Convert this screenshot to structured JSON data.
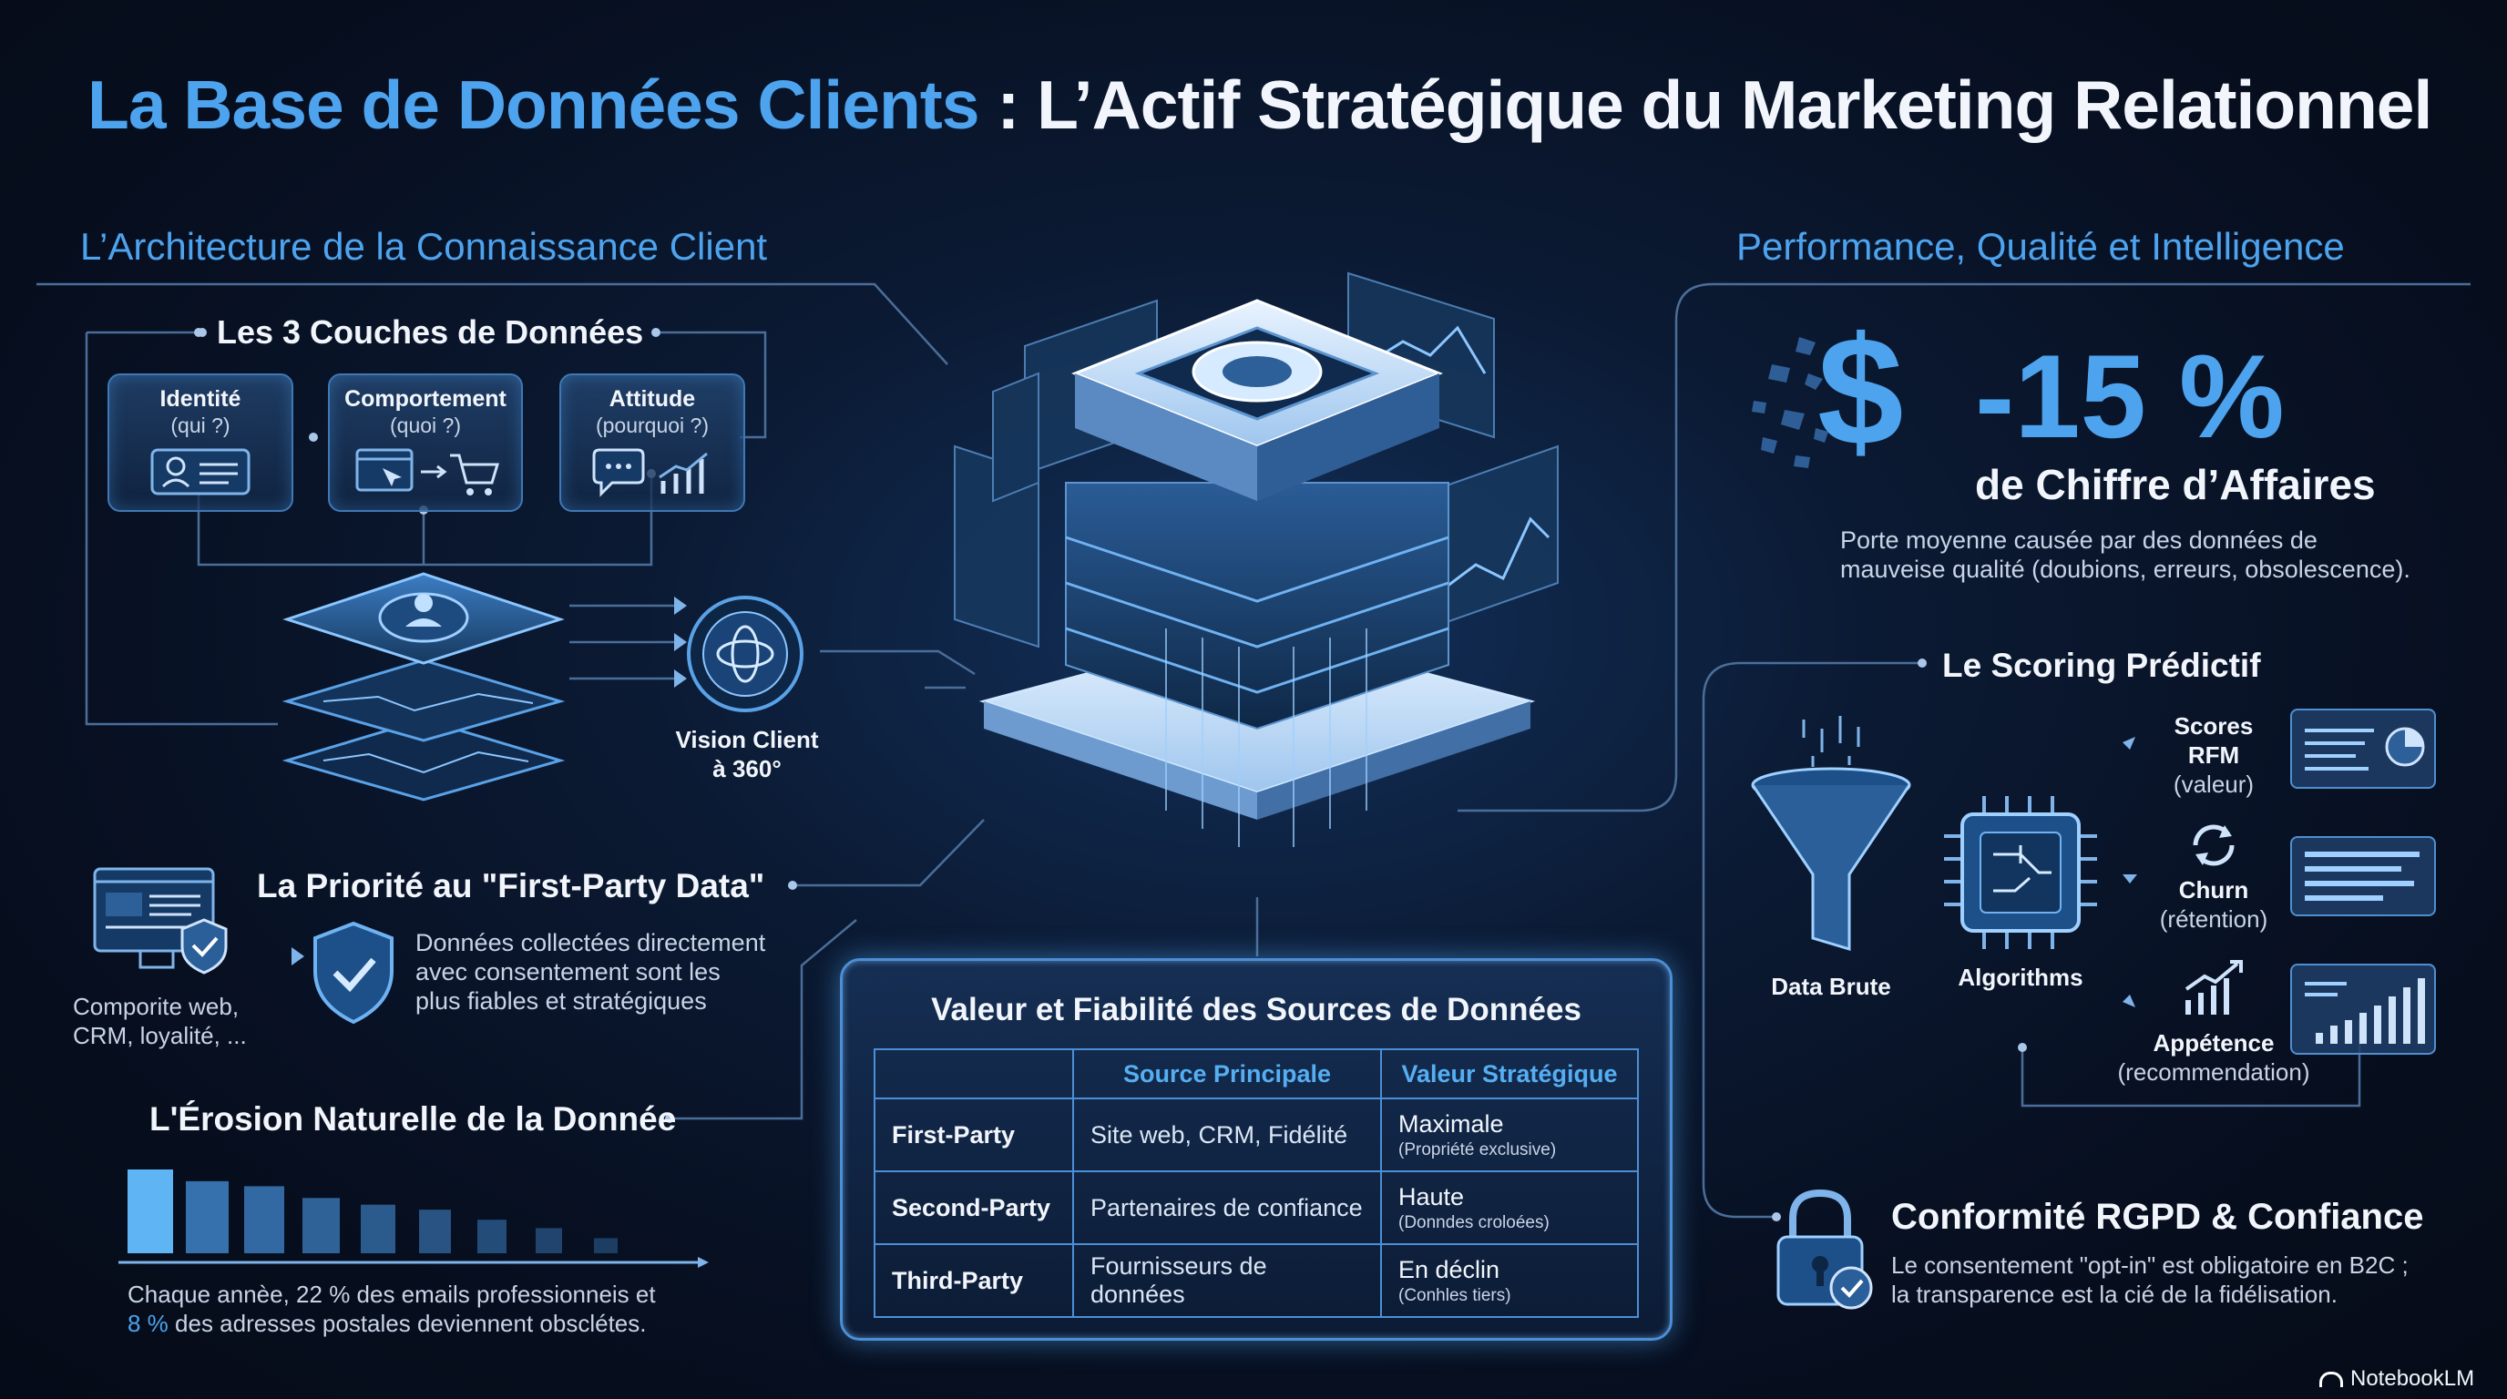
{
  "title": {
    "part1": "La Base de Données Clients",
    "part2": " : L’Actif Stratégique du Marketing Relationnel"
  },
  "left": {
    "section_title": "L’Architecture de la Connaissance Client",
    "layers_title": "Les 3 Couches de Données",
    "layers": [
      {
        "name": "Identité",
        "sub": "(qui ?)",
        "icon": "id-card-icon"
      },
      {
        "name": "Comportement",
        "sub": "(quoi ?)",
        "icon": "cart-icon"
      },
      {
        "name": "Attitude",
        "sub": "(pourquoi ?)",
        "icon": "chat-chart-icon"
      }
    ],
    "vision_line1": "Vision Client",
    "vision_line2": "à 360°",
    "first_party_title": "La Priorité au \"First-Party Data\"",
    "first_party_sources_line1": "Comporite web,",
    "first_party_sources_line2": "CRM, loyalité, ...",
    "first_party_desc_line1": "Données collectées directement",
    "first_party_desc_line2": "avec consentement sont les",
    "first_party_desc_line3": "plus fiables et stratégiques",
    "erosion_title": "L'Érosion Naturelle de la Donnée",
    "erosion_line1": "Chaque annèe, 22 % des emails professionneis et",
    "erosion_line2_pct": "8 %",
    "erosion_line2_rest": " des adresses postales deviennent obsclétes."
  },
  "table": {
    "title": "Valeur et Fiabilité des Sources de Données",
    "headers": [
      "",
      "Source Principale",
      "Valeur Stratégique"
    ],
    "rows": [
      {
        "type": "First-Party",
        "source": "Site web, CRM, Fidélité",
        "value": "Maximale",
        "note": "(Propriété exclusive)"
      },
      {
        "type": "Second-Party",
        "source": "Partenaires de confiance",
        "value": "Haute",
        "note": "(Donndes croloées)"
      },
      {
        "type": "Third-Party",
        "source": "Fournisseurs de données",
        "value": "En déclin",
        "note": "(Conhles tiers)"
      }
    ]
  },
  "right": {
    "section_title": "Performance, Qualité et Intelligence",
    "dollar": "$",
    "stat": "-15 %",
    "stat_label": "de Chiffre d’Affaires",
    "stat_desc_line1": "Porte moyenne causée par des données de",
    "stat_desc_line2": "mauveise qualité (doubions, erreurs, obsolescence).",
    "scoring_title": "Le Scoring Prédictif",
    "data_brute": "Data Brute",
    "algorithms": "Algorithms",
    "scores": [
      {
        "line1": "Scores",
        "line2": "RFM",
        "line3": "(valeur)"
      },
      {
        "line1": "Churn",
        "line2": "(rétention)"
      },
      {
        "line1": "Appétence",
        "line2": "(recommendation)"
      }
    ],
    "rgpd_title": "Conformité RGPD & Confiance",
    "rgpd_line1": "Le consentement \"opt-in\" est obligatoire en B2C ;",
    "rgpd_line2": "la transparence est la cié de la fidélisation."
  },
  "erosion_bars": [
    1.0,
    0.86,
    0.8,
    0.66,
    0.58,
    0.52,
    0.4,
    0.3,
    0.18
  ],
  "footer": {
    "brand": "NotebookLM"
  },
  "colors": {
    "accent": "#4da3ee",
    "background": "#070f20",
    "border": "#4c8fd6"
  }
}
